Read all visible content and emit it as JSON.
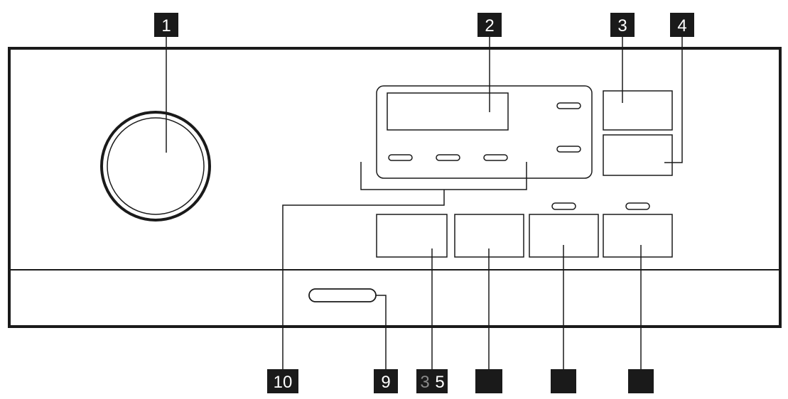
{
  "callouts": {
    "c1": "1",
    "c2": "2",
    "c3": "3",
    "c4": "4",
    "c10": "10",
    "c9": "9",
    "c5_prefix": "3",
    "c5": "5",
    "c6": "",
    "c7": "",
    "c8": ""
  }
}
